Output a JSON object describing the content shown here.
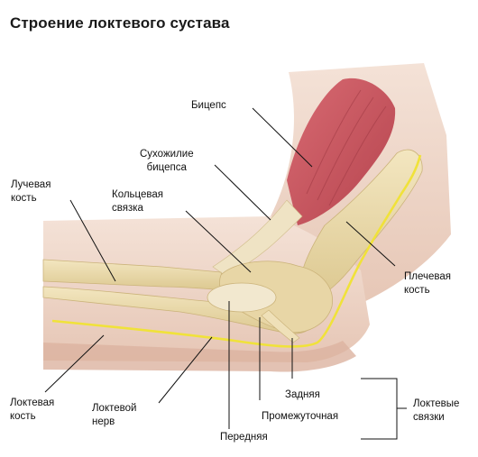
{
  "title": "Строение локтевого сустава",
  "labels": {
    "biceps": "Бицепс",
    "biceps_tendon_1": "Сухожилие",
    "biceps_tendon_2": "бицепса",
    "annular_1": "Кольцевая",
    "annular_2": "связка",
    "radius_1": "Лучевая",
    "radius_2": "кость",
    "humerus_1": "Плечевая",
    "humerus_2": "кость",
    "ulna_1": "Локтевая",
    "ulna_2": "кость",
    "ulnar_nerve_1": "Локтевой",
    "ulnar_nerve_2": "нерв",
    "posterior": "Задняя",
    "intermediate": "Промежуточная",
    "anterior": "Передняя",
    "ulnar_ligaments_1": "Локтевые",
    "ulnar_ligaments_2": "связки"
  },
  "colors": {
    "skin": "#f0d8cb",
    "skin_shadow": "#e2bfae",
    "bone": "#ecdcb0",
    "bone_shade": "#d8c48e",
    "muscle": "#c7545d",
    "nerve": "#f0e23a",
    "line": "#111111"
  }
}
